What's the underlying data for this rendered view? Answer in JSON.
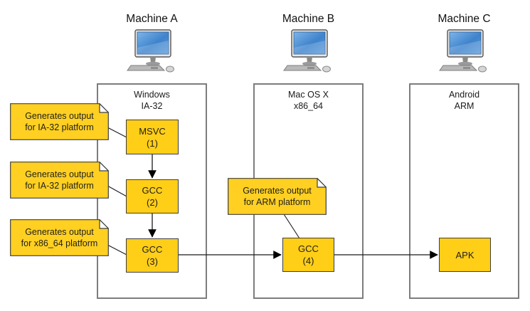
{
  "machines": [
    {
      "title": "Machine A",
      "os": [
        "Windows",
        "IA-32"
      ]
    },
    {
      "title": "Machine B",
      "os": [
        "Mac OS X",
        "x86_64"
      ]
    },
    {
      "title": "Machine C",
      "os": [
        "Android",
        "ARM"
      ]
    }
  ],
  "nodes": [
    {
      "label": "MSVC",
      "sub": "(1)"
    },
    {
      "label": "GCC",
      "sub": "(2)"
    },
    {
      "label": "GCC",
      "sub": "(3)"
    },
    {
      "label": "GCC",
      "sub": "(4)"
    },
    {
      "label": "APK",
      "sub": ""
    }
  ],
  "notes": [
    {
      "line1": "Generates output",
      "line2": "for IA-32 platform"
    },
    {
      "line1": "Generates output",
      "line2": "for IA-32 platform"
    },
    {
      "line1": "Generates output",
      "line2": "for x86_64 platform"
    },
    {
      "line1": "Generates output",
      "line2": "for ARM platform"
    }
  ],
  "colors": {
    "node_fill": "#ffce17",
    "note_fill": "#ffd021",
    "shape_border": "#3f3f3f",
    "container_border": "#7d7d7d",
    "line_color": "#1a1a1a",
    "screen_blue": "#4f94d8"
  }
}
